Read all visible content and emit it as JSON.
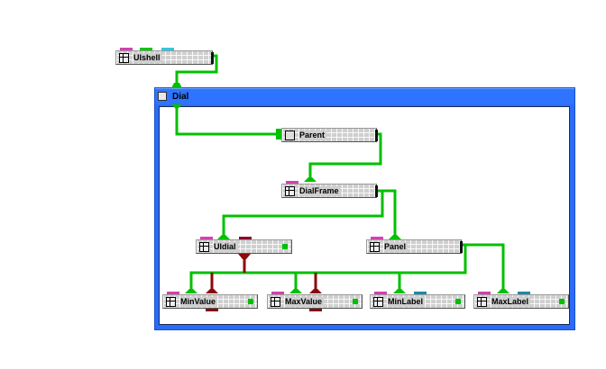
{
  "diagram": {
    "container": {
      "title": "Dial",
      "icon": "window-icon"
    },
    "nodes": [
      {
        "id": "uishell",
        "label": "UIshell",
        "icon": "grid-icon"
      },
      {
        "id": "parent",
        "label": "Parent",
        "icon": "parent-icon"
      },
      {
        "id": "dialframe",
        "label": "DialFrame",
        "icon": "grid-icon"
      },
      {
        "id": "uidial",
        "label": "UIdial",
        "icon": "grid-icon"
      },
      {
        "id": "panel",
        "label": "Panel",
        "icon": "grid-icon"
      },
      {
        "id": "minvalue",
        "label": "MinValue",
        "icon": "grid-icon"
      },
      {
        "id": "maxvalue",
        "label": "MaxValue",
        "icon": "grid-icon"
      },
      {
        "id": "minlabel",
        "label": "MinLabel",
        "icon": "grid-icon"
      },
      {
        "id": "maxlabel",
        "label": "MaxLabel",
        "icon": "grid-icon"
      }
    ],
    "edges": [
      {
        "from": "uishell",
        "to": "dial",
        "kind": "parent-child"
      },
      {
        "from": "dial",
        "to": "parent",
        "kind": "parent-child"
      },
      {
        "from": "parent",
        "to": "dialframe",
        "kind": "parent-child"
      },
      {
        "from": "dialframe",
        "to": "uidial",
        "kind": "parent-child"
      },
      {
        "from": "dialframe",
        "to": "panel",
        "kind": "parent-child"
      },
      {
        "from": "panel",
        "to": "minvalue",
        "kind": "parent-child"
      },
      {
        "from": "panel",
        "to": "maxvalue",
        "kind": "parent-child"
      },
      {
        "from": "panel",
        "to": "minlabel",
        "kind": "parent-child"
      },
      {
        "from": "panel",
        "to": "maxlabel",
        "kind": "parent-child"
      },
      {
        "from": "uidial",
        "to": "minvalue",
        "kind": "data"
      },
      {
        "from": "uidial",
        "to": "maxvalue",
        "kind": "data"
      }
    ],
    "colors": {
      "hierarchy_link": "#00c000",
      "data_link": "#8b0000",
      "title_bar": "#2e74ff",
      "tab_magenta": "#d63fb0",
      "tab_green": "#00c800",
      "tab_cyan": "#2ec8e0",
      "tab_teal": "#1a8aa8",
      "tab_darkred": "#8b0a2a"
    }
  }
}
